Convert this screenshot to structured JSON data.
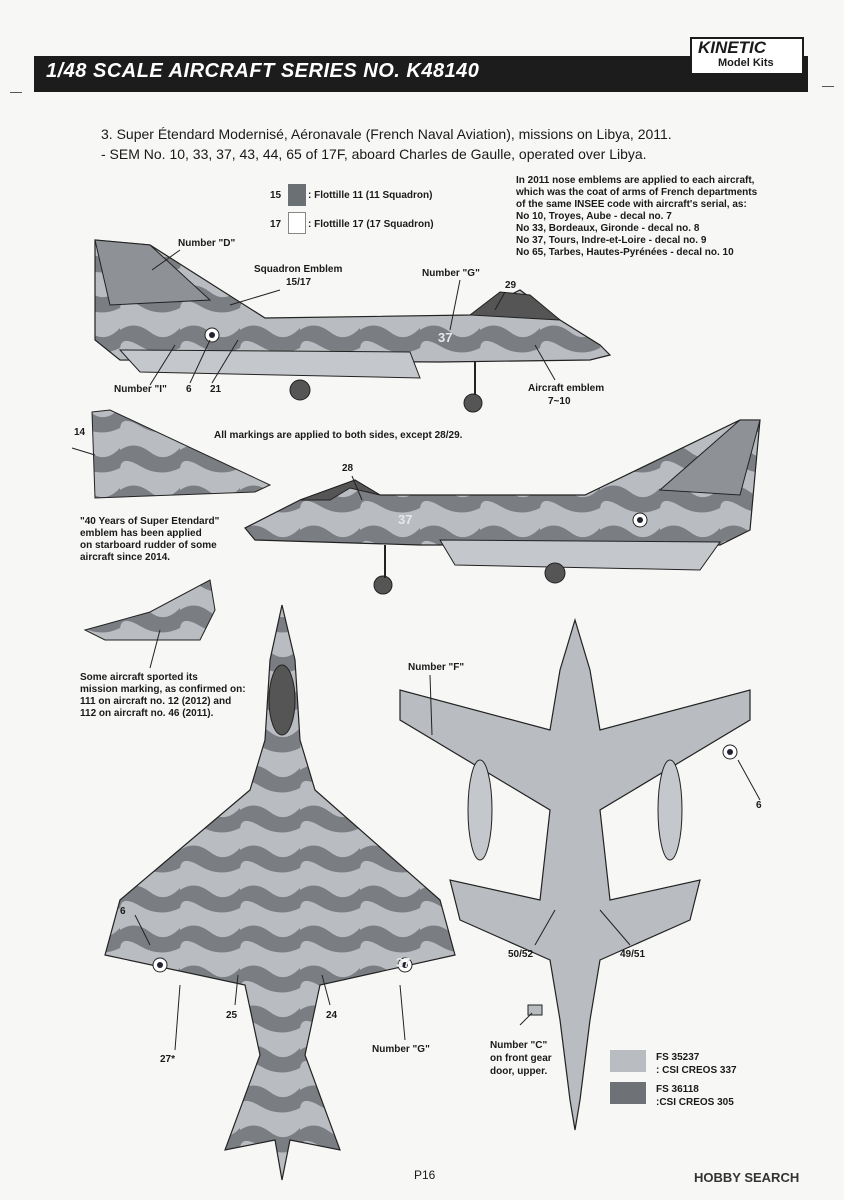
{
  "header": {
    "title": "1/48 SCALE AIRCRAFT SERIES NO. K48140",
    "brand": "KINETIC",
    "brand_sub": "Model Kits"
  },
  "intro": {
    "line1": "3. Super Étendard Modernisé, Aéronavale (French Naval Aviation), missions on Libya, 2011.",
    "line2": "- SEM No. 10, 33, 37, 43, 44, 65 of 17F, aboard Charles de Gaulle, operated over Libya."
  },
  "squadrons": [
    {
      "num": "15",
      "label": ": Flottille 11 (11 Squadron)"
    },
    {
      "num": "17",
      "label": ": Flottille 17 (17 Squadron)"
    }
  ],
  "nose_note": [
    "In 2011 nose emblems are applied to each aircraft,",
    "which was the coat of arms of French departments",
    "of the same INSEE code with aircraft's serial, as:",
    "No 10, Troyes, Aube - decal no. 7",
    "No 33, Bordeaux, Gironde - decal no. 8",
    "No 37, Tours, Indre-et-Loire - decal no. 9",
    "No 65, Tarbes, Hautes-Pyrénées - decal no. 10"
  ],
  "callouts": {
    "number_d": "Number \"D\"",
    "squadron_emblem": "Squadron Emblem",
    "squadron_emblem_no": "15/17",
    "number_g_top": "Number \"G\"",
    "n29": "29",
    "number_i": "Number \"I\"",
    "n6a": "6",
    "n21": "21",
    "aircraft_emblem": "Aircraft emblem",
    "aircraft_emblem_no": "7~10",
    "n14": "14",
    "both_sides": "All markings are applied to both sides, except 28/29.",
    "n28": "28",
    "number_f": "Number \"F\"",
    "n6b": "6",
    "n6c": "6",
    "n25": "25",
    "n24": "24",
    "n27": "27*",
    "number_g_bottom": "Number \"G\"",
    "n5052": "50/52",
    "n4951": "49/51",
    "number_c": "Number \"C\"",
    "number_c_2": "on front gear",
    "number_c_3": "door, upper."
  },
  "fourty_years_note": [
    "\"40 Years of Super Etendard\"",
    "emblem has been applied",
    "on starboard rudder of some",
    "aircraft since 2014."
  ],
  "mission_note": [
    "Some aircraft sported its",
    "mission marking, as confirmed on:",
    "111 on aircraft no. 12 (2012) and",
    "112 on aircraft no. 46 (2011)."
  ],
  "paint_legend": [
    {
      "code": "FS 35237",
      "name": ": CSI CREOS 337",
      "color": "#b9bcc0"
    },
    {
      "code": "FS 36118",
      "name": ":CSI CREOS 305",
      "color": "#6e7277"
    }
  ],
  "aircraft_numbers": {
    "side": "37",
    "wing": "37"
  },
  "page": "P16",
  "watermark": "HOBBY SEARCH"
}
